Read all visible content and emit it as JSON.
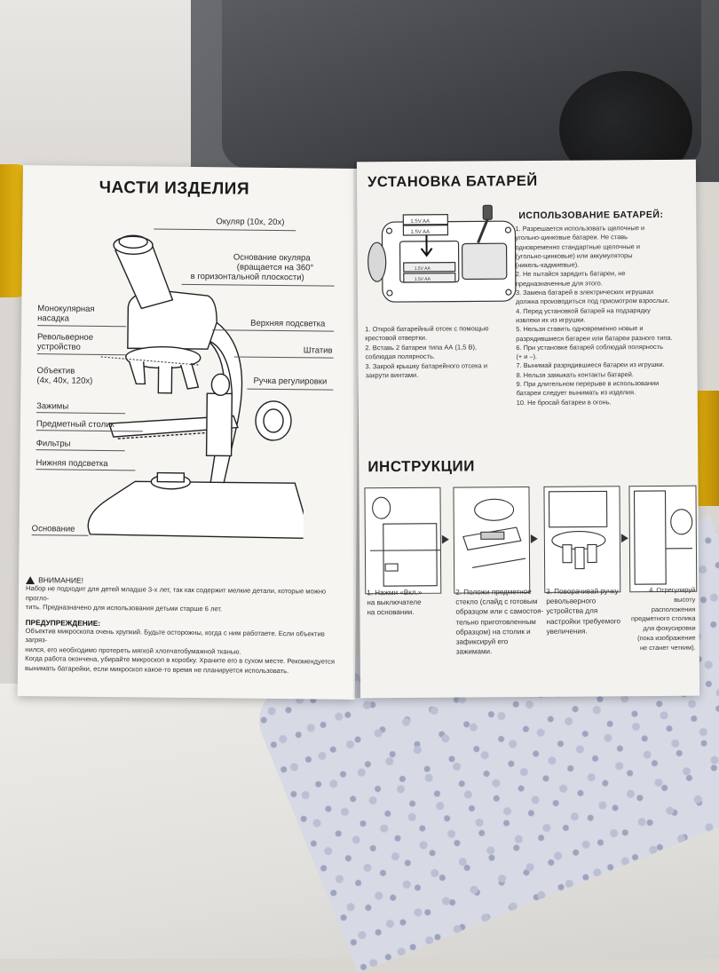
{
  "left_page": {
    "title": "ЧАСТИ ИЗДЕЛИЯ",
    "labels": {
      "eyepiece": "Окуляр (10x, 20x)",
      "eyepiece_base": [
        "Основание окуляра",
        "(вращается на 360°",
        "в горизонтальной плоскости)"
      ],
      "monocular": [
        "Монокулярная",
        "насадка"
      ],
      "revolver": [
        "Револьверное",
        "устройство"
      ],
      "top_light": "Верхняя подсветка",
      "stand": "Штатив",
      "objective": [
        "Объектив",
        "(4x, 40x, 120x)"
      ],
      "focus_knob": "Ручка регулировки",
      "clamps": "Зажимы",
      "stage": "Предметный столик",
      "filters": "Фильтры",
      "bottom_light": "Нижняя подсветка",
      "base": "Основание"
    },
    "warning_title": "ВНИМАНИЕ!",
    "warning_text": [
      "Набор не подходит для детей младше 3-х лет, так как содержит мелкие детали, которые можно прогло-",
      "тить. Предназначено для использования детьми старше 6 лет."
    ],
    "caution_title": "ПРЕДУПРЕЖДЕНИЕ:",
    "caution_text": [
      "Объектив микроскопа очень хрупкий. Будьте осторожны, когда с ним работаете. Если объектив загряз-",
      "нился, его необходимо протереть мягкой хлопчатобумажной тканью.",
      "Когда работа окончена, убирайте микроскоп в коробку. Храните его в сухом месте. Рекомендуется",
      "вынимать батарейки, если микроскоп какое-то время не планируется использовать."
    ]
  },
  "right_page": {
    "title": "УСТАНОВКА БАТАРЕЙ",
    "battery_labels": [
      "1.5V AA",
      "1.5V AA",
      "1.5V AA",
      "1.5V AA"
    ],
    "install_steps": [
      "1. Открой батарейный отсек с помощью",
      "крестовой отвертки.",
      "2. Вставь 2 батареи типа АА (1,5 В),",
      "соблюдая полярность.",
      "3. Закрой крышку батарейного отсека и",
      "закрути винтами."
    ],
    "usage_title": "ИСПОЛЬЗОВАНИЕ БАТАРЕЙ:",
    "usage_rules": [
      "1. Разрешается использовать щелочные и",
      "угольно-цинковые батареи. Не ставь",
      "одновременно стандартные щелочные и",
      "(угольно-цинковые) или аккумуляторы",
      "(никель-кадмиевые).",
      "2. Не пытайся зарядить батареи, не",
      "предназначенные для этого.",
      "3. Замена батарей в электрических игрушках",
      "должна производиться под присмотром взрослых.",
      "4. Перед установкой батарей на подзарядку",
      "извлеки их из игрушки.",
      "5. Нельзя ставить одновременно новые и",
      "разрядившиеся батареи или батареи разного типа.",
      "6. При установке батарей соблюдай полярность",
      "(+ и –).",
      "7. Вынимай разрядившиеся батареи из игрушки.",
      "8. Нельзя замыкать контакты батарей.",
      "9. При длительном перерыве в использовании",
      "батареи следует вынимать из изделия.",
      "10. Не бросай батареи в огонь."
    ],
    "instructions_title": "ИНСТРУКЦИИ",
    "steps": [
      [
        "1. Нажми «Вкл.»",
        "на выключателе",
        "на основании."
      ],
      [
        "2. Положи предметное",
        "стекло (слайд с готовым",
        "образцом или с самостоя-",
        "тельно приготовленным",
        "образцом) на столик и",
        "зафиксируй его",
        "зажимами."
      ],
      [
        "3. Поворачивай ручку",
        "револьверного",
        "устройства для",
        "настройки требуемого",
        "увеличения."
      ],
      [
        "4. Отрегулируй",
        "высоту",
        "расположения",
        "предметного столика",
        "для фокусировки",
        "(пока изображение",
        "не станет четким)."
      ]
    ]
  },
  "colors": {
    "paper": "#f6f5f2",
    "ink": "#1b1b1b",
    "box": "#4a4b4f",
    "toy_yellow": "#f5c51a"
  }
}
